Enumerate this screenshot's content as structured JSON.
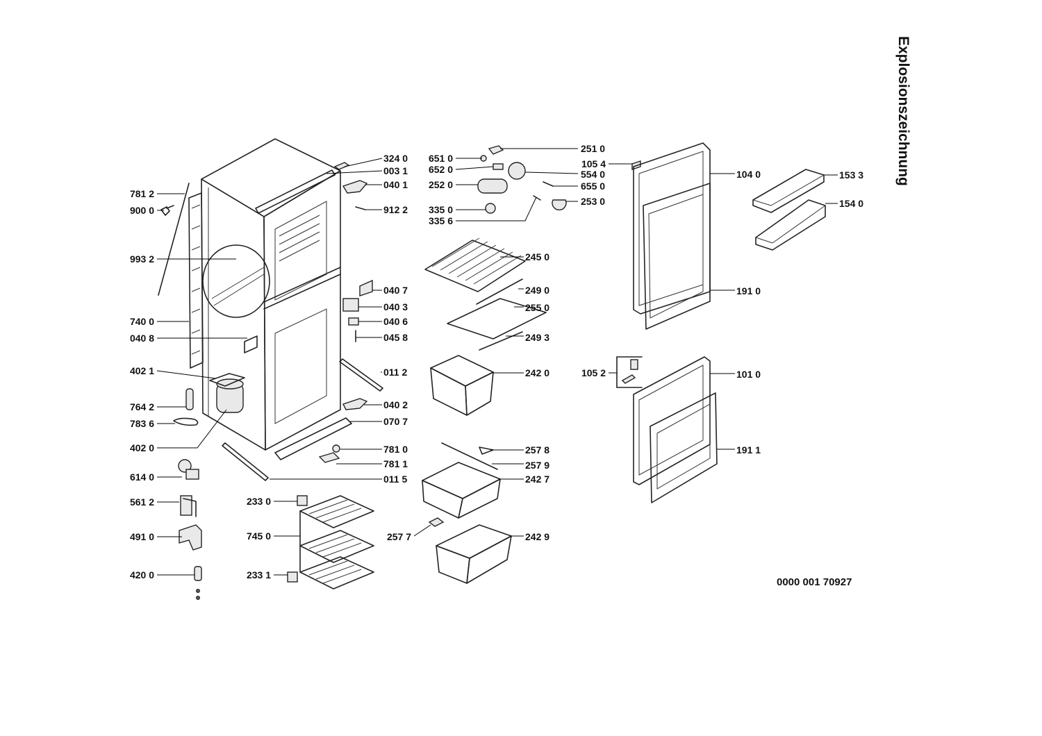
{
  "title": "Explosionszeichnung",
  "drawing_number": "0000 001 70927",
  "labels": [
    {
      "id": "p7812",
      "text": "781 2"
    },
    {
      "id": "p9000",
      "text": "900 0"
    },
    {
      "id": "p9932",
      "text": "993 2"
    },
    {
      "id": "p7400",
      "text": "740 0"
    },
    {
      "id": "p0408",
      "text": "040 8"
    },
    {
      "id": "p4021",
      "text": "402 1"
    },
    {
      "id": "p7642",
      "text": "764 2"
    },
    {
      "id": "p7836",
      "text": "783 6"
    },
    {
      "id": "p4020",
      "text": "402 0"
    },
    {
      "id": "p6140",
      "text": "614 0"
    },
    {
      "id": "p5612",
      "text": "561 2"
    },
    {
      "id": "p4910",
      "text": "491 0"
    },
    {
      "id": "p4200",
      "text": "420 0"
    },
    {
      "id": "p3240",
      "text": "324 0"
    },
    {
      "id": "p0031",
      "text": "003 1"
    },
    {
      "id": "p0401",
      "text": "040 1"
    },
    {
      "id": "p9122",
      "text": "912 2"
    },
    {
      "id": "p0407",
      "text": "040 7"
    },
    {
      "id": "p0403",
      "text": "040 3"
    },
    {
      "id": "p0406",
      "text": "040 6"
    },
    {
      "id": "p0458",
      "text": "045 8"
    },
    {
      "id": "p0112",
      "text": "011 2"
    },
    {
      "id": "p0402",
      "text": "040 2"
    },
    {
      "id": "p0707",
      "text": "070 7"
    },
    {
      "id": "p7810",
      "text": "781 0"
    },
    {
      "id": "p7811",
      "text": "781 1"
    },
    {
      "id": "p0115",
      "text": "011 5"
    },
    {
      "id": "p2330",
      "text": "233 0"
    },
    {
      "id": "p7450",
      "text": "745 0"
    },
    {
      "id": "p2331",
      "text": "233 1"
    },
    {
      "id": "p6510",
      "text": "651 0"
    },
    {
      "id": "p6520",
      "text": "652 0"
    },
    {
      "id": "p2520",
      "text": "252 0"
    },
    {
      "id": "p3350",
      "text": "335 0"
    },
    {
      "id": "p3356",
      "text": "335 6"
    },
    {
      "id": "p2510",
      "text": "251 0"
    },
    {
      "id": "p1054",
      "text": "105 4"
    },
    {
      "id": "p5540",
      "text": "554 0"
    },
    {
      "id": "p6550",
      "text": "655 0"
    },
    {
      "id": "p2530",
      "text": "253 0"
    },
    {
      "id": "p2450",
      "text": "245 0"
    },
    {
      "id": "p2490",
      "text": "249 0"
    },
    {
      "id": "p2550",
      "text": "255 0"
    },
    {
      "id": "p2493",
      "text": "249 3"
    },
    {
      "id": "p2420",
      "text": "242 0"
    },
    {
      "id": "p2578",
      "text": "257 8"
    },
    {
      "id": "p2579",
      "text": "257 9"
    },
    {
      "id": "p2427",
      "text": "242 7"
    },
    {
      "id": "p2577",
      "text": "257 7"
    },
    {
      "id": "p2429",
      "text": "242 9"
    },
    {
      "id": "p1040",
      "text": "104 0"
    },
    {
      "id": "p1533",
      "text": "153 3"
    },
    {
      "id": "p1540",
      "text": "154 0"
    },
    {
      "id": "p1910",
      "text": "191 0"
    },
    {
      "id": "p1052",
      "text": "105 2"
    },
    {
      "id": "p1010",
      "text": "101 0"
    },
    {
      "id": "p1911",
      "text": "191 1"
    }
  ]
}
